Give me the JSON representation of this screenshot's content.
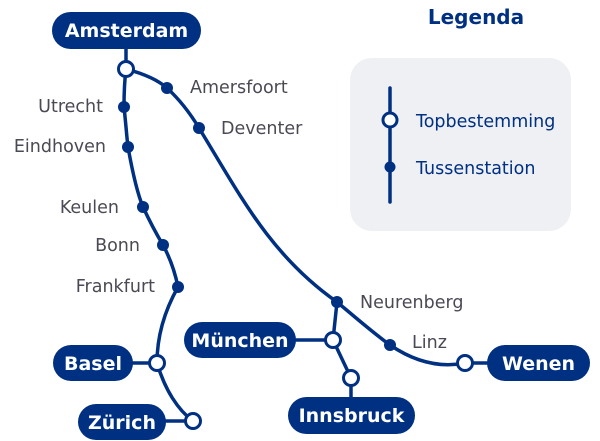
{
  "legend": {
    "title": "Legenda",
    "items": [
      {
        "symbol": "open-circle",
        "label": "Topbestemming"
      },
      {
        "symbol": "filled-dot",
        "label": "Tussenstation"
      }
    ]
  },
  "colors": {
    "line": "#003082",
    "label": "#4a4a55",
    "legend_bg": "#eef0f3"
  },
  "main_destinations": {
    "amsterdam": "Amsterdam",
    "basel": "Basel",
    "zurich": "Zürich",
    "munchen": "München",
    "innsbruck": "Innsbruck",
    "wenen": "Wenen"
  },
  "intermediate_stations": {
    "utrecht": "Utrecht",
    "eindhoven": "Eindhoven",
    "keulen": "Keulen",
    "bonn": "Bonn",
    "frankfurt": "Frankfurt",
    "amersfoort": "Amersfoort",
    "deventer": "Deventer",
    "neurenberg": "Neurenberg",
    "linz": "Linz"
  }
}
